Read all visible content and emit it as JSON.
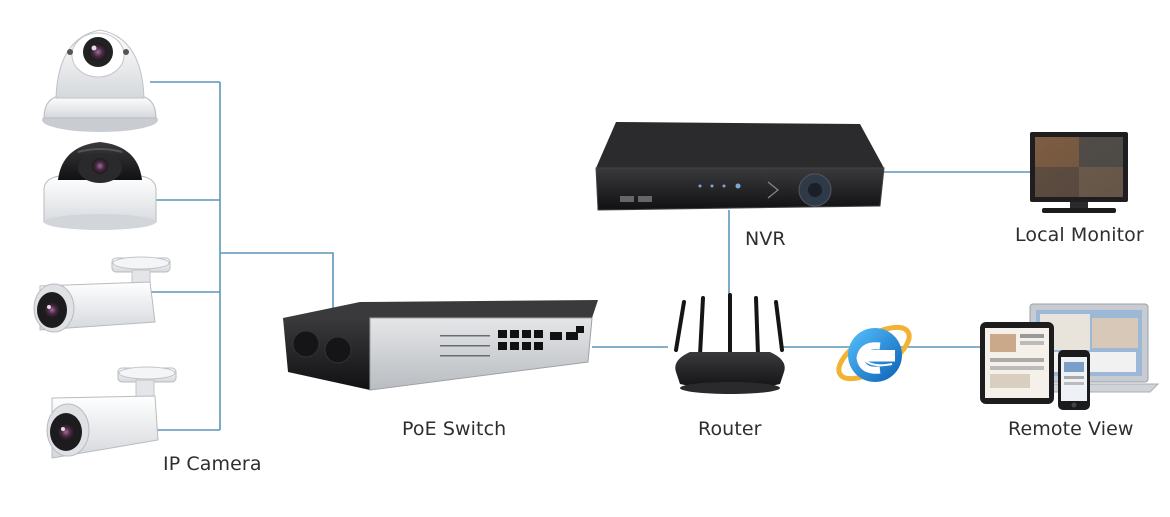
{
  "labels": {
    "ip_camera": "IP Camera",
    "poe_switch": "PoE Switch",
    "router": "Router",
    "nvr": "NVR",
    "local_monitor": "Local Monitor",
    "remote_view": "Remote View"
  },
  "icons": {
    "browser": "internet-explorer-icon"
  },
  "colors": {
    "link_line": "#5b97b7",
    "device_dark": "#1c1c1e",
    "camera_white": "#eef0f3",
    "ie_blue": "#1e88d8",
    "ie_ring": "#f2b233",
    "switch_panel": "#d7dadd",
    "port_dark": "#111111"
  }
}
